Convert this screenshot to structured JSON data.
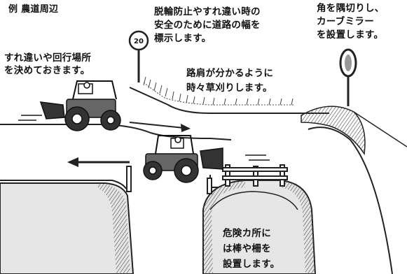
{
  "example_title": "例 農道周辺",
  "sign_speed_text": "20",
  "notes": {
    "passing_area": "すれ違いや回行場所\nを決めておきます。",
    "road_width": "脱輪防止やすれ違い時の\n安全のために道路の幅を\n標示します。",
    "corner_mirror": "角を隅切りし、\nカーブミラー\nを設置します。",
    "shoulder_mowing": "路肩が分かるように\n時々草刈りします。",
    "danger_posts": "危険カ所に\nは棒や柵を\n設置します。"
  }
}
